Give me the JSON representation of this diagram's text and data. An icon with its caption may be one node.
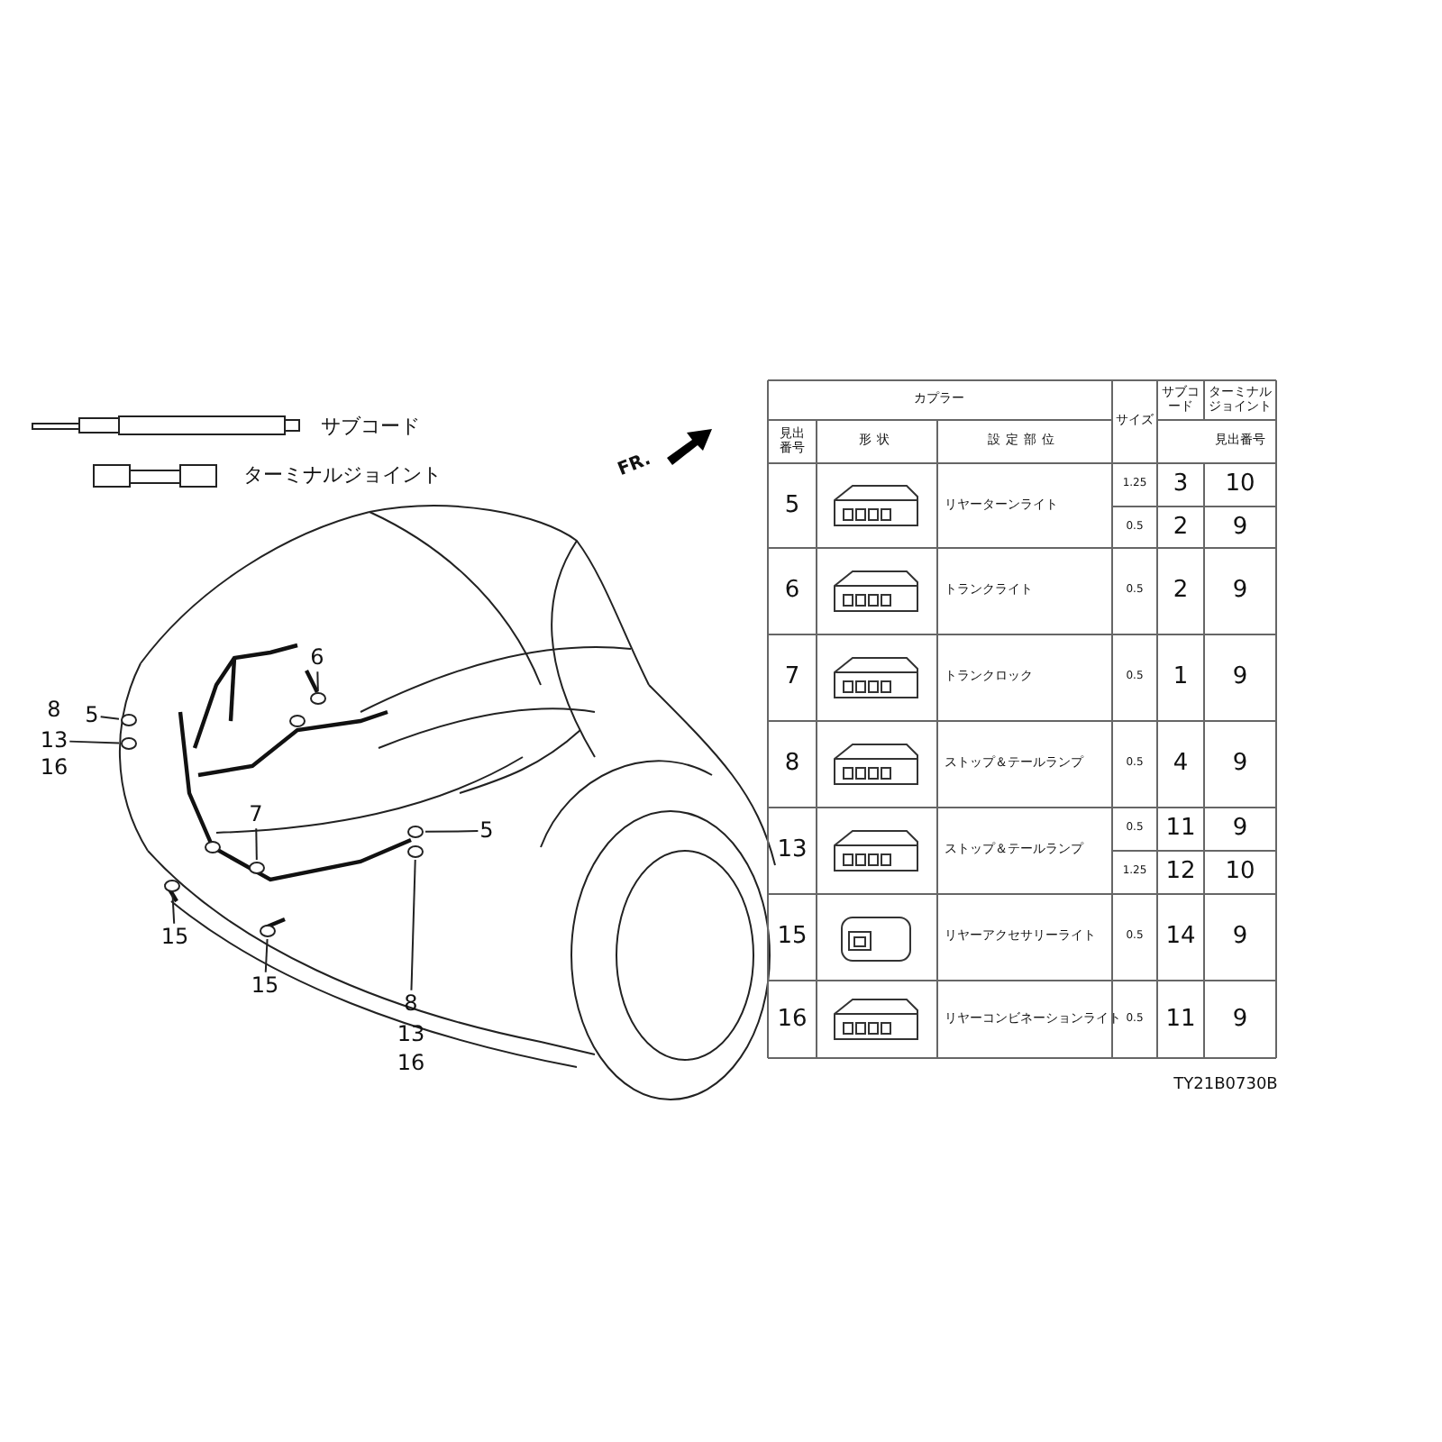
{
  "diagram": {
    "nodes": [
      {
        "text": [
          "6"
        ]
      },
      {
        "text": [
          "5"
        ]
      },
      {
        "text": [
          "8"
        ]
      },
      {
        "text": [
          "13"
        ]
      },
      {
        "text": [
          "16"
        ]
      },
      {
        "text": [
          "7"
        ]
      },
      {
        "text": [
          "5"
        ]
      },
      {
        "text": [
          "8"
        ]
      },
      {
        "text": [
          "13"
        ]
      },
      {
        "text": [
          "16"
        ]
      },
      {
        "text": [
          "15"
        ]
      },
      {
        "text": [
          "15"
        ]
      },
      {
        "text": [],
        "shape": "circle"
      },
      {
        "text": [],
        "shape": "circle"
      },
      {
        "text": [],
        "shape": "circle"
      },
      {
        "text": [],
        "shape": "circle"
      },
      {
        "text": [],
        "shape": "circle"
      },
      {
        "text": [],
        "shape": "circle"
      },
      {
        "text": [],
        "shape": "circle"
      },
      {
        "text": [],
        "shape": "circle"
      }
    ],
    "edges": [
      {
        "from": 0,
        "to": 12,
        "arrow": "none"
      },
      {
        "from": 1,
        "to": 13,
        "arrow": "none"
      },
      {
        "from": 3,
        "to": 14,
        "arrow": "none"
      },
      {
        "from": 5,
        "to": 15,
        "arrow": "none"
      },
      {
        "from": 6,
        "to": 16,
        "arrow": "none"
      },
      {
        "from": 7,
        "to": 17,
        "arrow": "none"
      },
      {
        "from": 10,
        "to": 18,
        "arrow": "none"
      },
      {
        "from": 11,
        "to": 19,
        "arrow": "none"
      }
    ],
    "labels": [
      "サブコード",
      "ターミナルジョイント",
      "FR.",
      "カプラー",
      "サイズ",
      "サブコード",
      "ターミナルジョイント",
      "見出番号",
      "形状",
      "設定部位",
      "見出番号",
      "5",
      "リヤーターンライト",
      "1.25",
      "3",
      "10",
      "0.5",
      "2",
      "9",
      "6",
      "トランクライト",
      "0.5",
      "2",
      "9",
      "7",
      "トランクロック",
      "0.5",
      "1",
      "9",
      "8",
      "ストップ＆テールランプ",
      "0.5",
      "4",
      "9",
      "13",
      "ストップ＆テールランプ",
      "0.5",
      "11",
      "9",
      "1.25",
      "12",
      "10",
      "15",
      "リヤーアクセサリーライト",
      "0.5",
      "14",
      "9",
      "16",
      "リヤーコンビネーションライト",
      "0.5",
      "11",
      "9",
      "TY21B0730B"
    ]
  }
}
